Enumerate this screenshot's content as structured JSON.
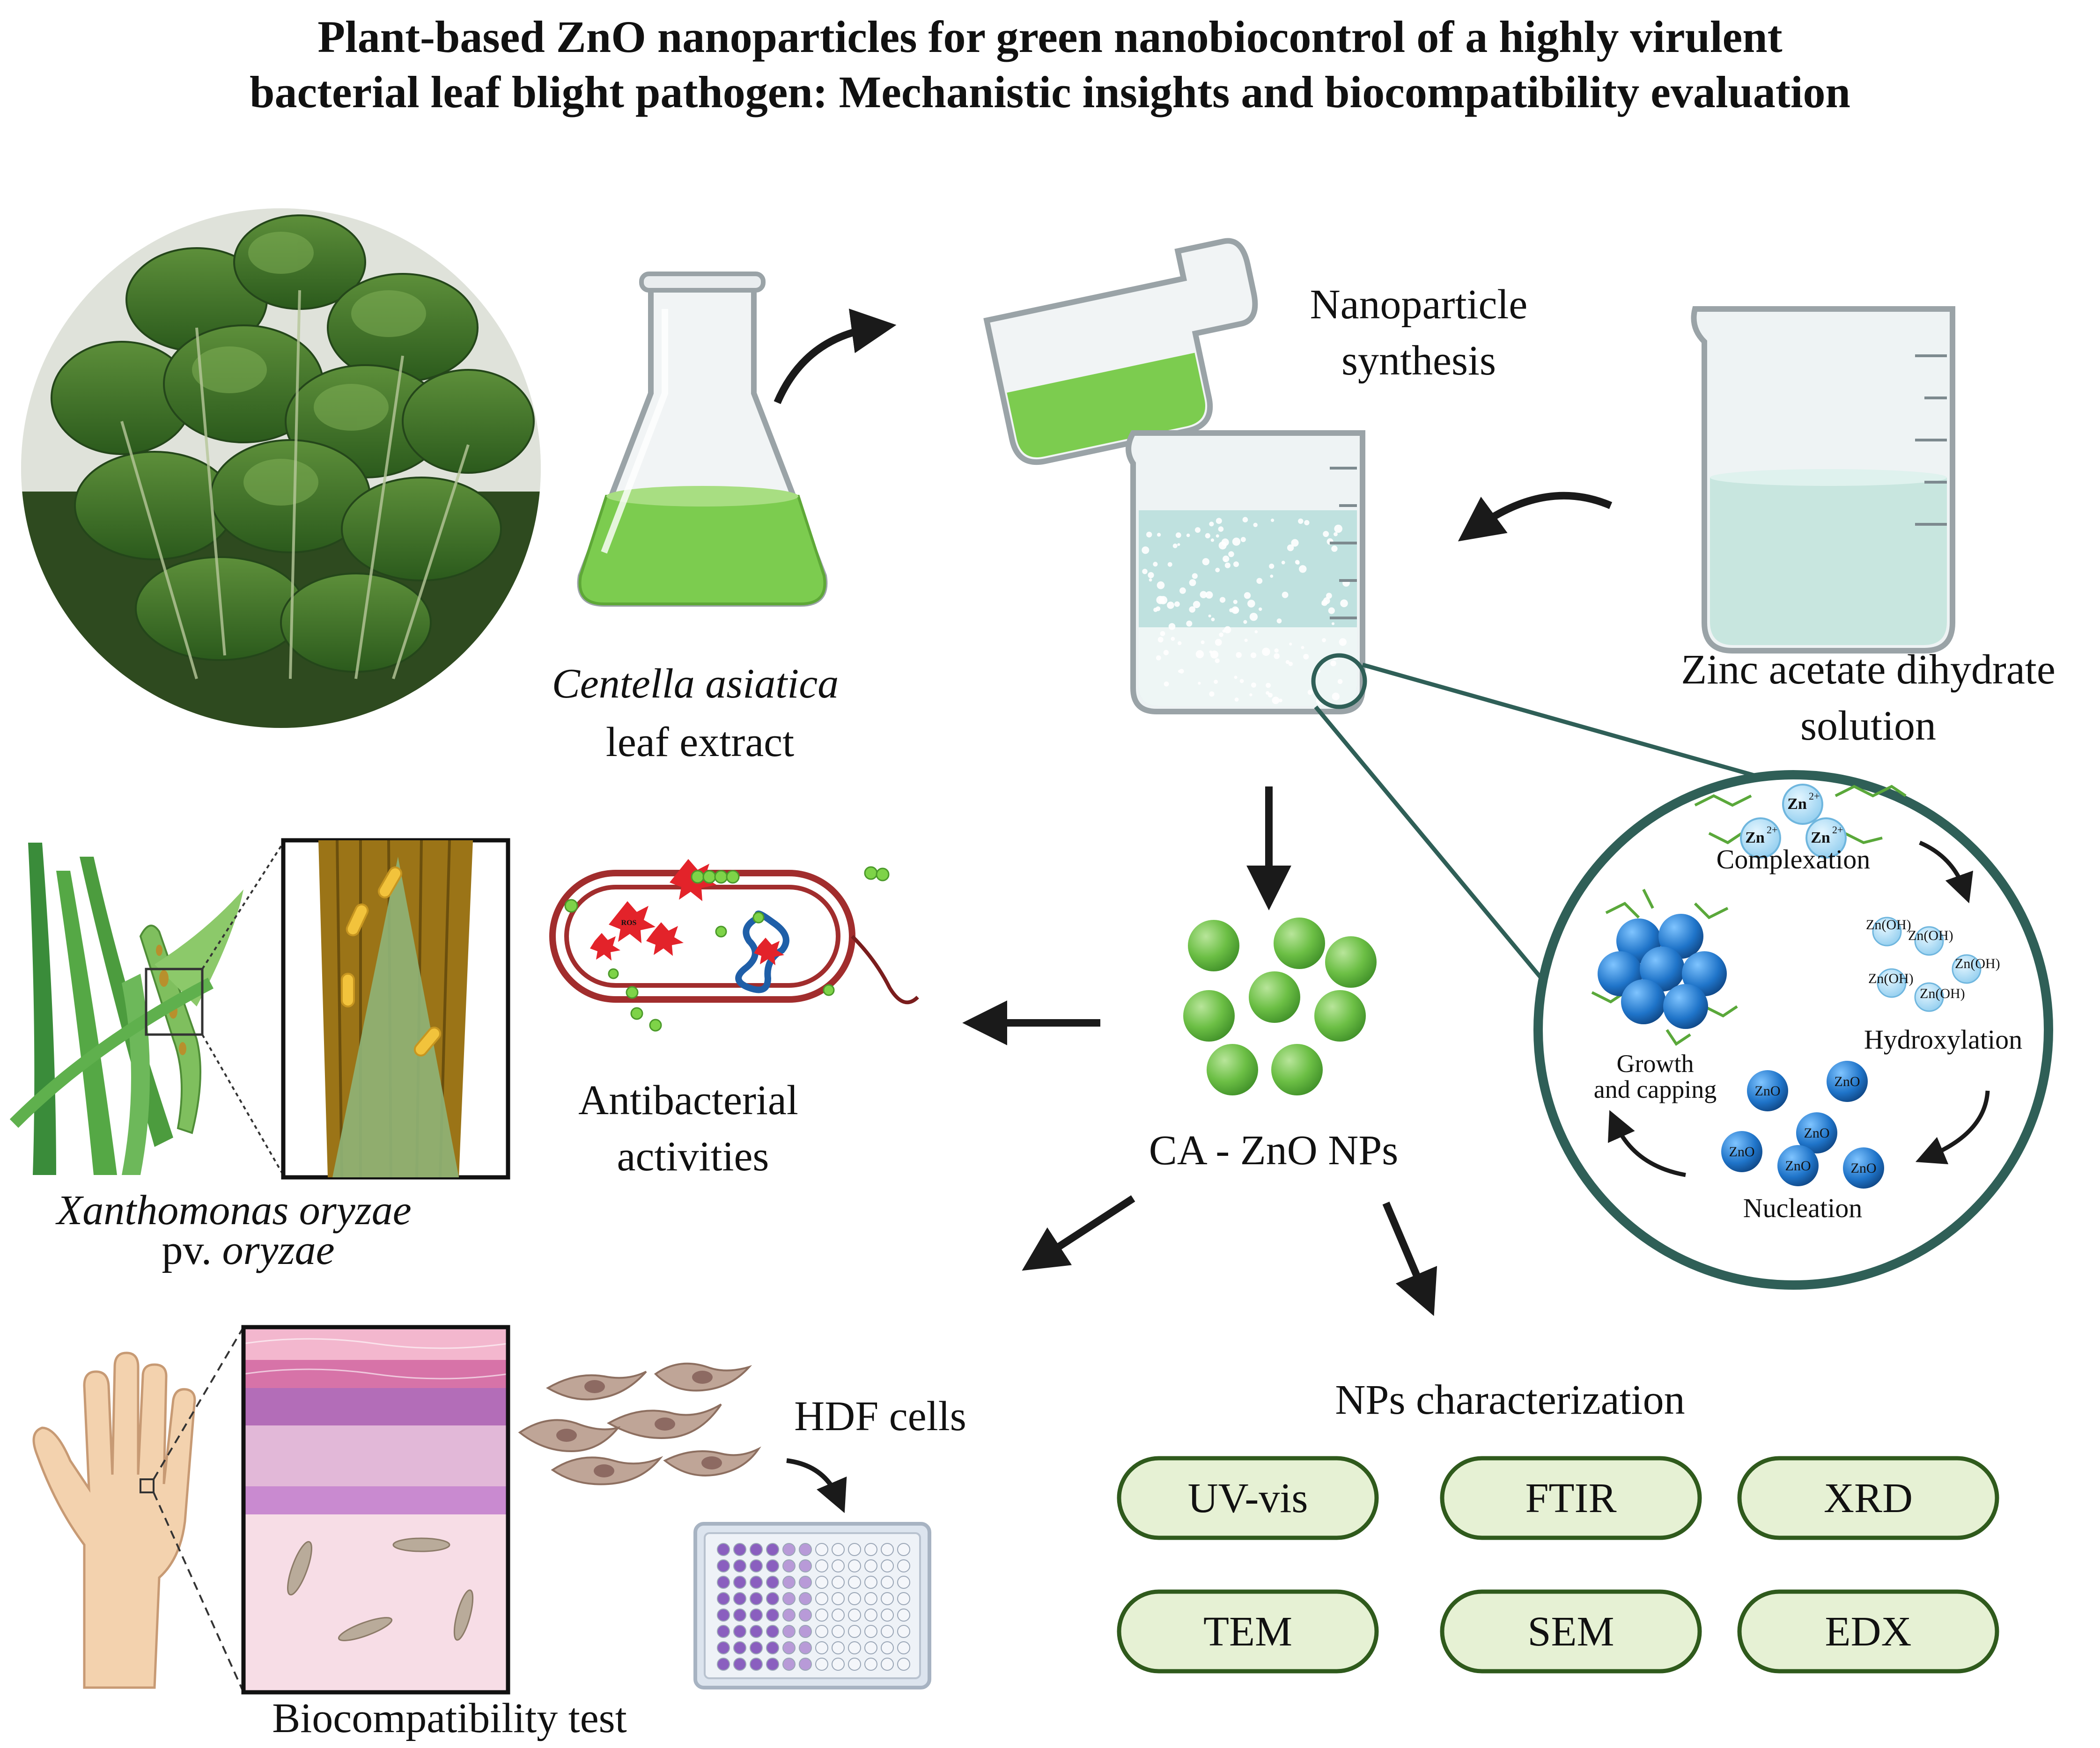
{
  "title": {
    "line1": "Plant-based ZnO nanoparticles for green nanobiocontrol of a highly virulent",
    "line2": "bacterial leaf blight pathogen: Mechanistic insights and biocompatibility evaluation"
  },
  "plant": {
    "species": "Centella asiatica",
    "extract": "leaf extract"
  },
  "synthesis": {
    "line1": "Nanoparticle",
    "line2": "synthesis"
  },
  "zinc": {
    "line1": "Zinc acetate dihydrate",
    "line2": "solution"
  },
  "mechanism": {
    "complexation": "Complexation",
    "hydroxylation": "Hydroxylation",
    "nucleation": "Nucleation",
    "growth1": "Growth",
    "growth2": "and capping",
    "zn_ion": "Zn",
    "zn_charge": "2+",
    "znoh": "Zn(OH)",
    "znoh_sub": "2",
    "zno": "ZnO"
  },
  "product": "CA - ZnO NPs",
  "antibacterial": {
    "line1": "Antibacterial",
    "line2": "activities",
    "ros": "ROS"
  },
  "pathogen": {
    "genus_species": "Xanthomonas oryzae",
    "pv": "pv.",
    "pathovar": "oryzae"
  },
  "cells": "HDF cells",
  "biocompat": "Biocompatibility test",
  "characterization": {
    "heading": "NPs characterization",
    "methods": [
      "UV-vis",
      "FTIR",
      "XRD",
      "TEM",
      "SEM",
      "EDX"
    ]
  },
  "colors": {
    "arrow": "#1a1a1a",
    "np_green": "#6cbf45",
    "extract_green": "#7ccc4f",
    "teal_ring": "#2f5f57",
    "pill_fill": "#e6f1d4",
    "pill_stroke": "#2f5a1c",
    "bacteria_wall": "#a12d2d",
    "zno_blue": "#1f74c9",
    "ion_blue": "#9fd6f2"
  }
}
